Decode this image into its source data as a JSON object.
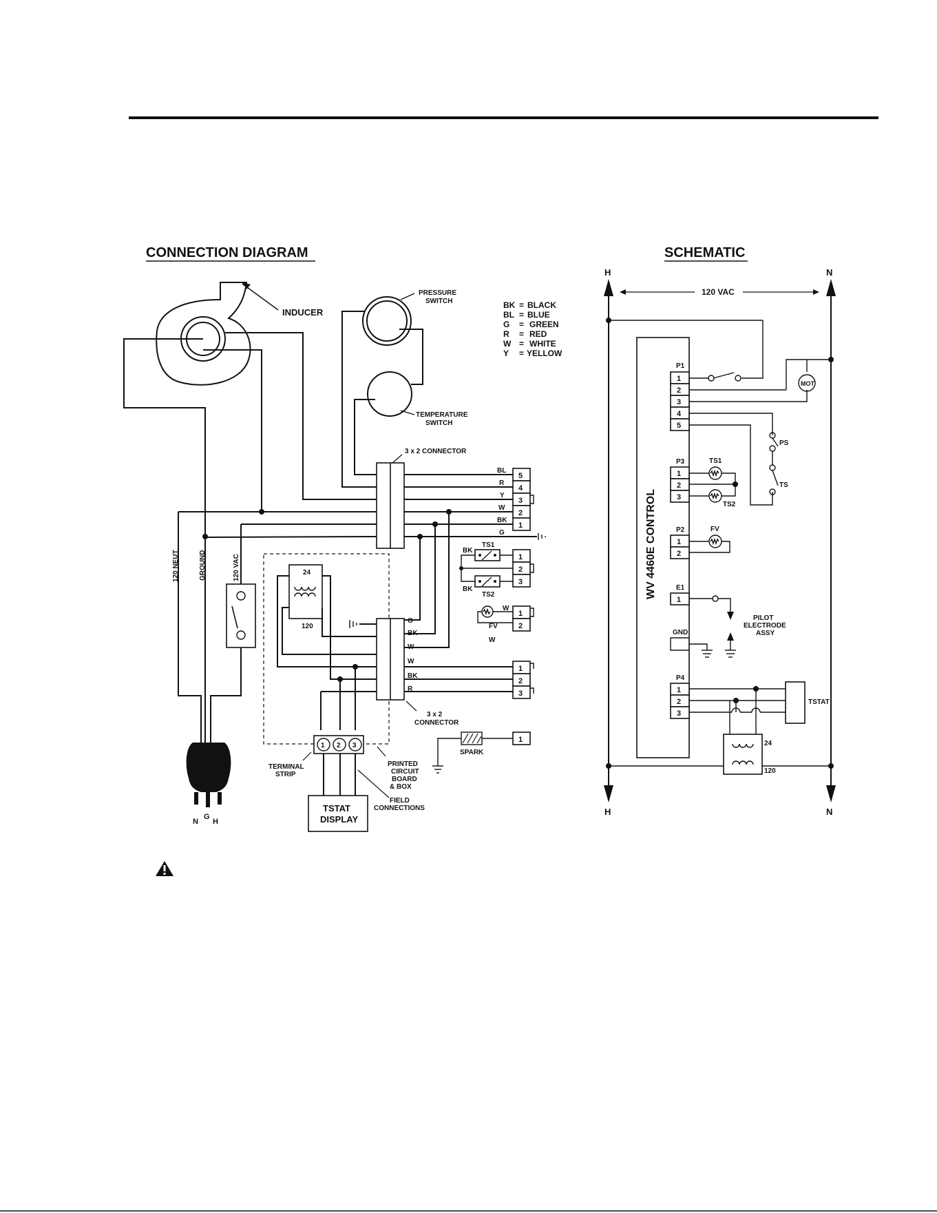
{
  "titles": {
    "connection": "CONNECTION DIAGRAM",
    "schematic": "SCHEMATIC"
  },
  "legend": [
    {
      "code": "BK",
      "name": "BLACK"
    },
    {
      "code": "BL",
      "name": "BLUE"
    },
    {
      "code": "G",
      "name": "GREEN"
    },
    {
      "code": "R",
      "name": "RED"
    },
    {
      "code": "W",
      "name": "WHITE"
    },
    {
      "code": "Y",
      "name": "YELLOW"
    }
  ],
  "connection": {
    "inducer": "INDUCER",
    "pressure_switch": [
      "PRESSURE",
      "SWITCH"
    ],
    "temperature_switch": [
      "TEMPERATURE",
      "SWITCH"
    ],
    "connector_top": "3 x 2 CONNECTOR",
    "connector_bottom": [
      "3 x 2",
      "CONNECTOR"
    ],
    "cord_labels": [
      "120 NEUT",
      "GROUND",
      "120 VAC"
    ],
    "plug_labels": [
      "N",
      "G",
      "H"
    ],
    "transformer": [
      "24",
      "120"
    ],
    "terminal_strip": [
      "TERMINAL",
      "STRIP"
    ],
    "terminals": [
      "1",
      "2",
      "3"
    ],
    "pcb": [
      "PRINTED",
      "CIRCUIT",
      "BOARD",
      "& BOX"
    ],
    "field": [
      "FIELD",
      "CONNECTIONS"
    ],
    "tstat_display": [
      "TSTAT",
      "DISPLAY"
    ],
    "top_wires": [
      "BL",
      "R",
      "Y",
      "W",
      "BK",
      "G"
    ],
    "top_pins": [
      "5",
      "4",
      "3",
      "2",
      "1"
    ],
    "bottom_wires_upper": [
      "G",
      "BK",
      "W"
    ],
    "bottom_wires_lower": [
      "W",
      "BK",
      "R"
    ],
    "ts_labels": [
      "BK",
      "TS1",
      "BK",
      "TS2"
    ],
    "fv_labels": [
      "W",
      "FV",
      "W"
    ],
    "spark": "SPARK",
    "pins": [
      "1",
      "2",
      "3"
    ]
  },
  "schematic": {
    "h": "H",
    "n": "N",
    "vac": "120 VAC",
    "control": "WV 4460E CONTROL",
    "p1": "P1",
    "p3": "P3",
    "p2": "P2",
    "e1": "E1",
    "gnd": "GND",
    "p4": "P4",
    "p1_pins": [
      "1",
      "2",
      "3",
      "4",
      "5"
    ],
    "mot": "MOT",
    "ps": "PS",
    "ts": "TS",
    "ts1": "TS1",
    "ts2": "TS2",
    "fv": "FV",
    "pilot": [
      "PILOT",
      "ELECTRODE",
      "ASSY"
    ],
    "tstat": "TSTAT",
    "xfmr": [
      "24",
      "120"
    ]
  }
}
